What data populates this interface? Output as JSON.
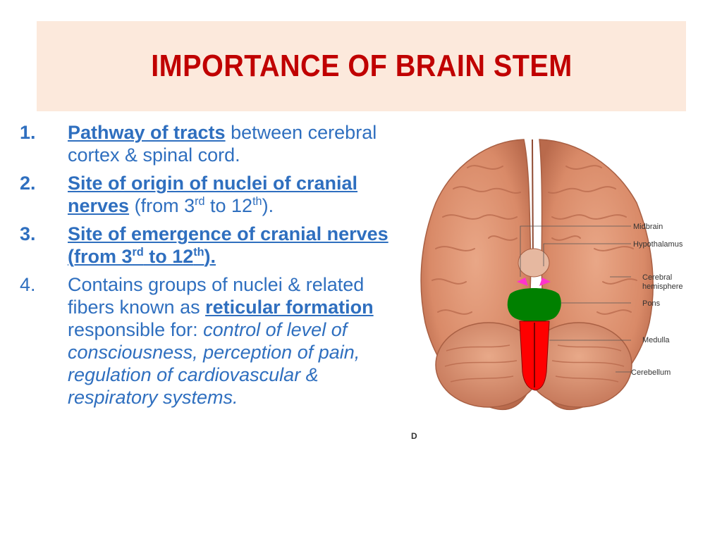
{
  "slide": {
    "title": "IMPORTANCE OF BRAIN STEM",
    "colors": {
      "title": "#c00000",
      "title_bg": "#fce9dc",
      "text": "#2f6fbf",
      "pons": "#008000",
      "medulla": "#ff0000",
      "midbrain": "#ff33cc"
    },
    "points": [
      {
        "number": "1.",
        "highlight": "Pathway of tracts",
        "rest": " between cerebral cortex & spinal cord."
      },
      {
        "number": "2.",
        "highlight": "Site of origin of nuclei of cranial nerves",
        "rest_a": " (from 3",
        "sup1": "rd",
        "rest_b": " to 12",
        "sup2": "th",
        "rest_c": ")."
      },
      {
        "number": "3.",
        "part_a": "Site of emergence of cranial nerves (from 3",
        "sup1": "rd",
        "part_b": " to 12",
        "sup2": "th",
        "part_c": ")."
      },
      {
        "number": "4.",
        "intro": "Contains groups of nuclei & related fibers known as ",
        "highlight": "reticular formation",
        "mid": " responsible for: ",
        "italic": "control of level of consciousness, perception of pain, regulation of cardiovascular & respiratory systems."
      }
    ],
    "figure": {
      "labels": {
        "midbrain": "Midbrain",
        "hypothalamus": "Hypothalamus",
        "cerebral_1": "Cerebral",
        "cerebral_2": "hemisphere",
        "pons": "Pons",
        "medulla": "Medulla",
        "cerebellum": "Cerebellum"
      },
      "panel_letter": "D"
    }
  }
}
